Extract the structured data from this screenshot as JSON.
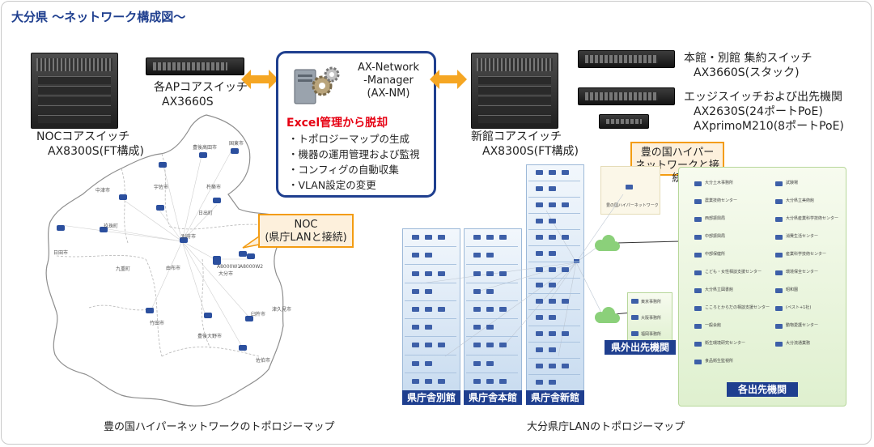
{
  "title": "大分県 〜ネットワーク構成図〜",
  "devices": {
    "noc_core": [
      "NOCコアスイッチ",
      "AX8300S(FT構成)"
    ],
    "ap_core": [
      "各APコアスイッチ",
      "AX3660S"
    ],
    "new_core": [
      "新館コアスイッチ",
      "AX8300S(FT構成)"
    ],
    "main_agg": [
      "本館・別館 集約スイッチ",
      "AX3660S(スタック)"
    ],
    "edge": [
      "エッジスイッチおよび出先機関",
      "AX2630S(24ポートPoE)",
      "AXprimoM210(8ポートPoE)"
    ]
  },
  "manager": {
    "name": [
      "AX-Network",
      "-Manager",
      "(AX-NM)"
    ],
    "headline": "Excel管理から脱却",
    "features": [
      "・トポロジーマップの生成",
      "・機器の運用管理および監視",
      "・コンフィグの自動収集",
      "・VLAN設定の変更"
    ]
  },
  "callouts": {
    "noc": [
      "NOC",
      "(県庁LANと接続)"
    ],
    "bungo": [
      "豊の国ハイパー",
      "ネットワークと接続"
    ]
  },
  "buildings": {
    "annex": "県庁舎別館",
    "main": "県庁舎本館",
    "new": "県庁舎新館",
    "outside_pref": "県外出先機関",
    "branches": "各出先機関"
  },
  "captions": {
    "left": "豊の国ハイパーネットワークのトポロジーマップ",
    "right": "大分県庁LANのトポロジーマップ"
  },
  "map_cities": [
    "国東市",
    "豊後高田市",
    "中津市",
    "宇佐市",
    "杵築市",
    "日出町",
    "玖珠町",
    "別府市",
    "日田市",
    "由布市",
    "九重町",
    "大分市",
    "臼杵市",
    "津久見市",
    "豊後大野市",
    "竹田市",
    "佐伯市"
  ],
  "map_noc_nodes": [
    "A8000W1",
    "A8000W2"
  ],
  "hyper_network_node": "豊の国ハイパーネットワーク",
  "branch_offices": [
    "大分土木事務所",
    "農業技術センター",
    "西部振興局",
    "中部振興局",
    "中部保健所",
    "こども・女性相談支援センター",
    "大分県立図書館",
    "こころとからだの相談支援センター",
    "一般会館",
    "衛生環境研究センター",
    "食品衛生監視所",
    "試験場",
    "大分県立美術館",
    "大分県産業科学技術センター",
    "消費生活センター",
    "産業科学技術センター",
    "環境保全センター",
    "昭和園",
    "(ペスト+1社)",
    "動物愛護センター",
    "大分流通業務"
  ],
  "outside_offices": [
    "東京事務所",
    "大阪事務所",
    "福岡事務所"
  ]
}
